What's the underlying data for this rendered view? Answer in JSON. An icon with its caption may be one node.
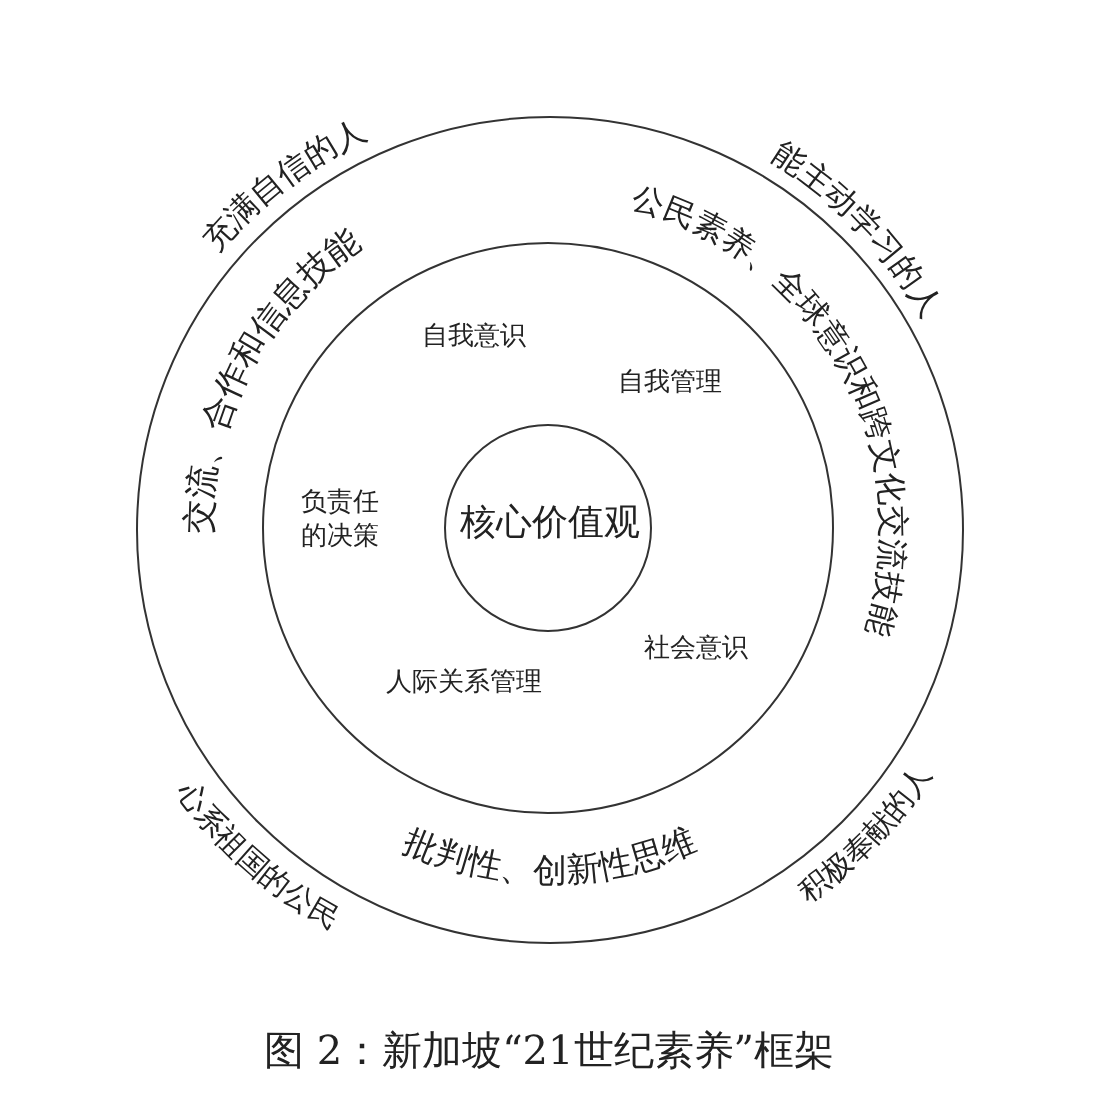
{
  "diagram": {
    "caption": "图 2：新加坡“21世纪素养”框架",
    "nodes": [
      {
        "text": [],
        "shape": "circle",
        "beside": [
          "充满自信的人",
          "能主动学习的人",
          "心系祖国的公民",
          "积极奉献的人"
        ]
      },
      {
        "text": [
          "自我意识",
          "自我管理",
          "负责任的决策",
          "社会意识",
          "人际关系管理"
        ],
        "in": 0
      },
      {
        "text": [
          "核心价值观"
        ],
        "in": 1
      }
    ],
    "labels": [
      "交流、合作和信息技能",
      "公民素养、全球意识和跨文化交流技能",
      "批判性、创新性思维"
    ]
  }
}
